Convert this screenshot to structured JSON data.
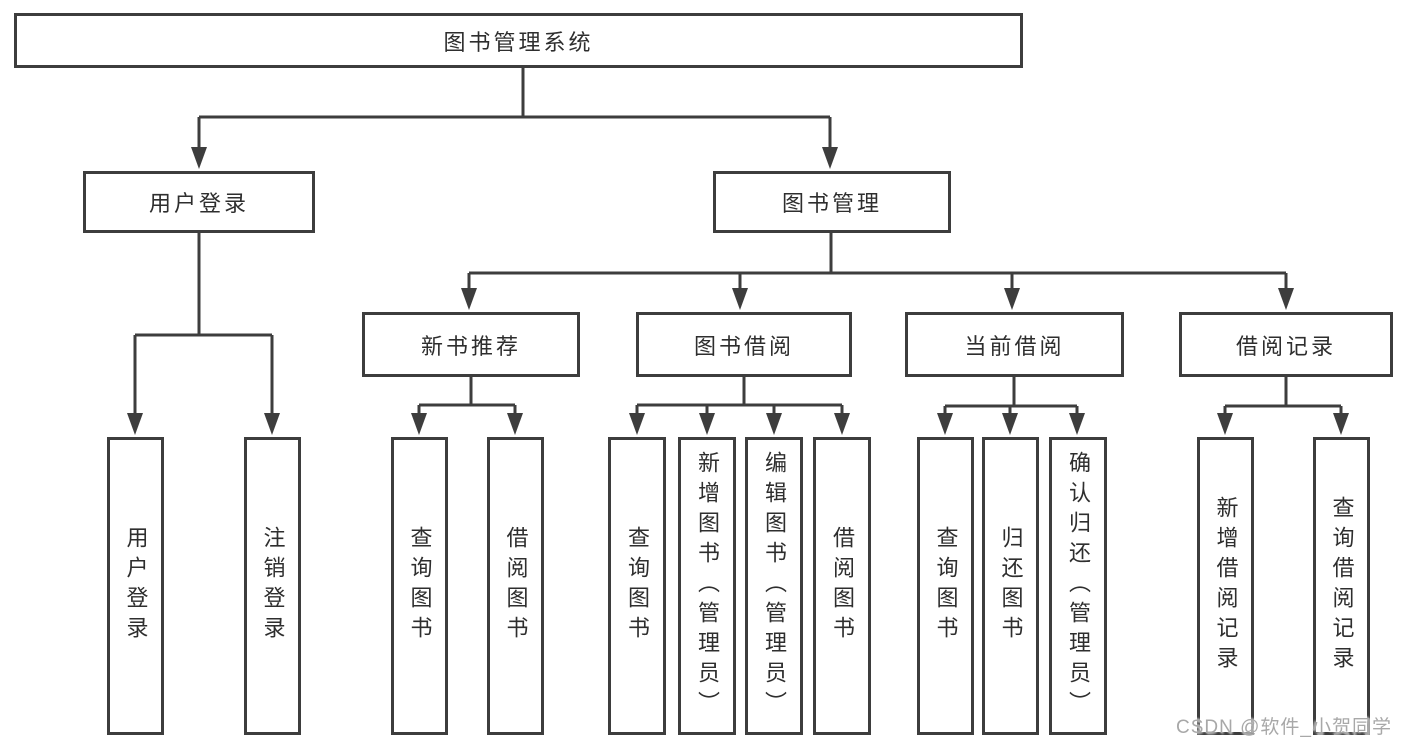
{
  "watermark": "CSDN @软件_小贺同学",
  "colors": {
    "line": "#3d3d3d",
    "box_border": "#3d3d3d",
    "text": "#2e2e2e",
    "watermark": "#a8a8a8",
    "background": "#ffffff"
  },
  "tree": {
    "label": "图书管理系统",
    "children": [
      {
        "label": "用户登录",
        "children": [
          {
            "label": "用户登录"
          },
          {
            "label": "注销登录"
          }
        ]
      },
      {
        "label": "图书管理",
        "children": [
          {
            "label": "新书推荐",
            "children": [
              {
                "label": "查询图书"
              },
              {
                "label": "借阅图书"
              }
            ]
          },
          {
            "label": "图书借阅",
            "children": [
              {
                "label": "查询图书"
              },
              {
                "label": "新增图书（管理员）"
              },
              {
                "label": "编辑图书（管理员）"
              },
              {
                "label": "借阅图书"
              }
            ]
          },
          {
            "label": "当前借阅",
            "children": [
              {
                "label": "查询图书"
              },
              {
                "label": "归还图书"
              },
              {
                "label": "确认归还（管理员）"
              }
            ]
          },
          {
            "label": "借阅记录",
            "children": [
              {
                "label": "新增借阅记录"
              },
              {
                "label": "查询借阅记录"
              }
            ]
          }
        ]
      }
    ]
  }
}
